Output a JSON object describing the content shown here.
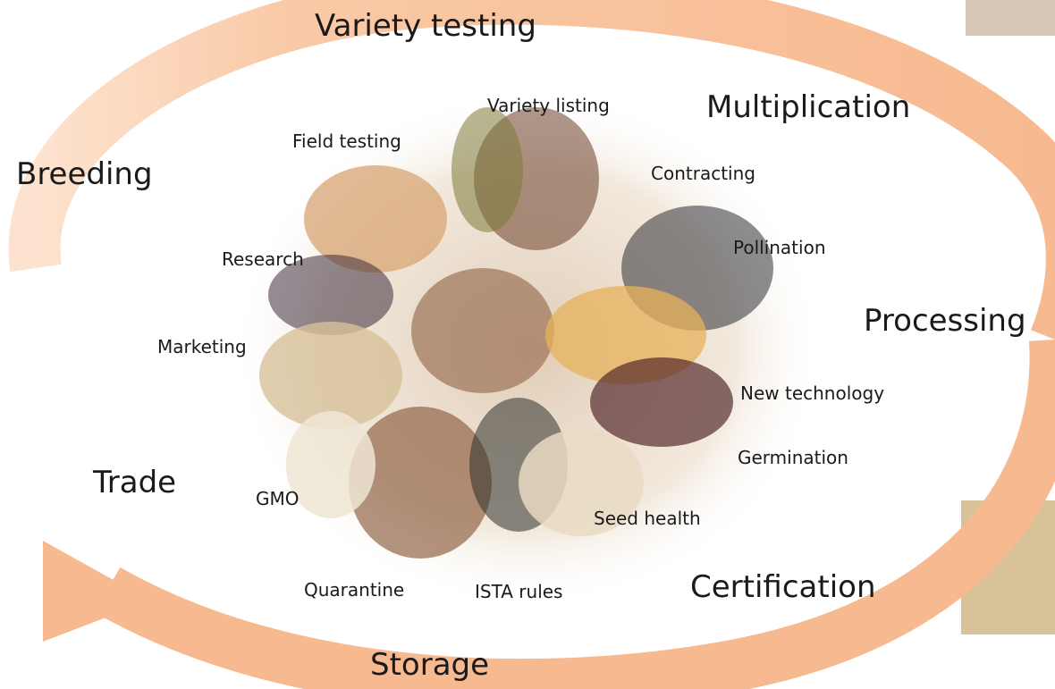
{
  "cycle_stages": {
    "variety_testing": "Variety testing",
    "multiplication": "Multiplication",
    "breeding": "Breeding",
    "processing": "Processing",
    "trade": "Trade",
    "certification": "Certification",
    "storage": "Storage"
  },
  "topics": {
    "variety_listing": "Variety listing",
    "field_testing": "Field testing",
    "contracting": "Contracting",
    "pollination": "Pollination",
    "research": "Research",
    "marketing": "Marketing",
    "new_technology": "New technology",
    "germination": "Germination",
    "gmo": "GMO",
    "seed_health": "Seed health",
    "quarantine": "Quarantine",
    "ista_rules": "ISTA rules"
  },
  "colors": {
    "arrow": "#f7b98f",
    "arrow_light": "#fde3cf",
    "text": "#1a1a1a"
  },
  "icons": {
    "cycle_arrow": "circular-arrow",
    "seed_mosaic": "seed-collage"
  }
}
